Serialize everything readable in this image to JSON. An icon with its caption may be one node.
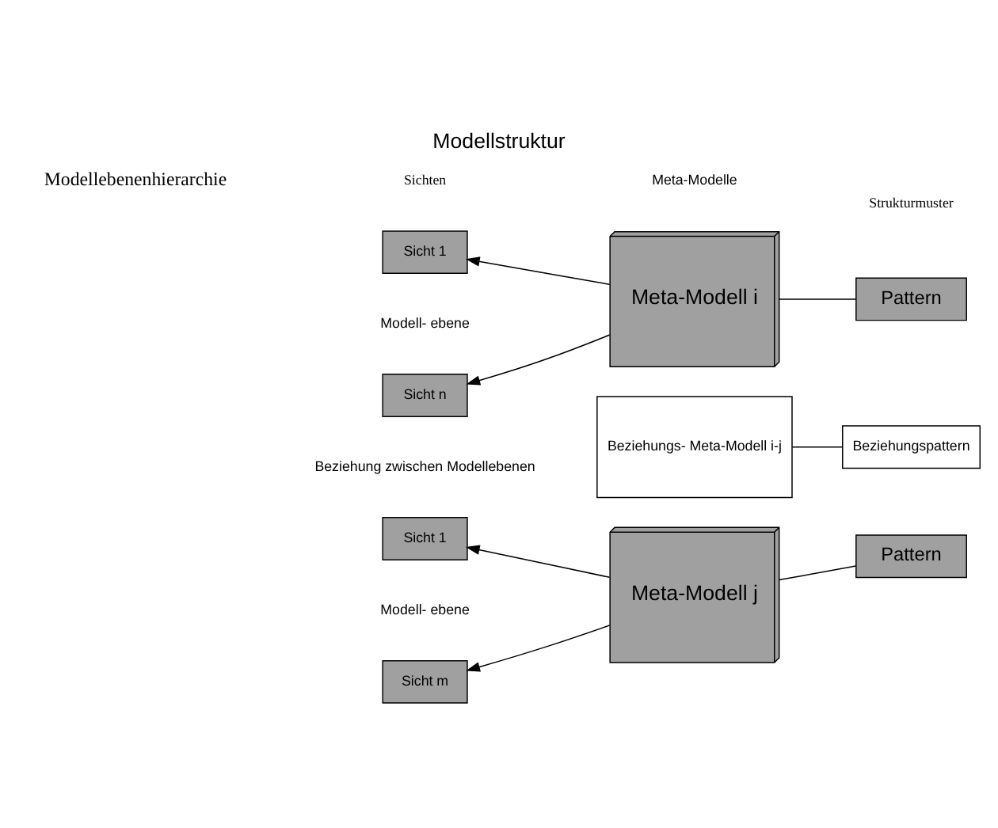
{
  "diagram": {
    "title": "Modellstruktur",
    "nodes": [
      {
        "text": [
          "Sicht 1"
        ]
      },
      {
        "text": [
          "Sicht n"
        ]
      },
      {
        "text": [
          "Meta-Modell i"
        ]
      },
      {
        "text": [
          "Pattern"
        ]
      },
      {
        "text": [
          "Beziehungs- Meta-Modell i-j"
        ]
      },
      {
        "text": [
          "Beziehungspattern"
        ]
      },
      {
        "text": [
          "Sicht 1"
        ]
      },
      {
        "text": [
          "Sicht m"
        ]
      },
      {
        "text": [
          "Meta-Modell j"
        ]
      },
      {
        "text": [
          "Pattern"
        ]
      }
    ],
    "edges": [
      {
        "from": 2,
        "to": 0,
        "arrow": "to"
      },
      {
        "from": 2,
        "to": 1,
        "arrow": "to"
      },
      {
        "from": 2,
        "to": 3,
        "arrow": "none"
      },
      {
        "from": 4,
        "to": 5,
        "arrow": "none"
      },
      {
        "from": 8,
        "to": 6,
        "arrow": "to"
      },
      {
        "from": 8,
        "to": 7,
        "arrow": "to"
      },
      {
        "from": 8,
        "to": 9,
        "arrow": "none"
      }
    ],
    "labels": [
      "Sichten",
      "Meta-Modelle",
      "Strukturmuster",
      "Modellebenenhierarchie",
      "Modell- ebene",
      "Beziehung zwischen Modellebenen",
      "Modell- ebene"
    ]
  }
}
